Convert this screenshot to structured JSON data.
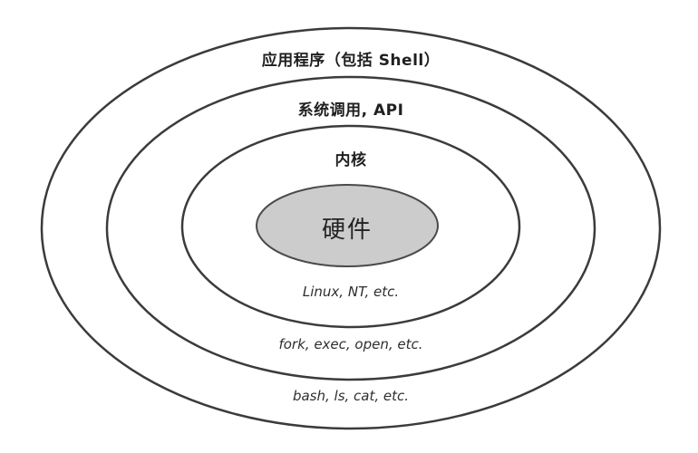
{
  "diagram": {
    "title": "operating-system-layers",
    "layers": [
      {
        "id": "applications",
        "title": "应用程序（包括 Shell）",
        "examples": "bash, ls, cat, etc."
      },
      {
        "id": "system-calls",
        "title": "系统调用, API",
        "examples": "fork, exec, open, etc."
      },
      {
        "id": "kernel",
        "title": "内核",
        "examples": "Linux, NT, etc."
      },
      {
        "id": "hardware",
        "title": "硬件",
        "examples": ""
      }
    ],
    "colors": {
      "ring_stroke": "#3b3b3b",
      "hardware_fill": "#cccccc",
      "hardware_stroke": "#4a4a4a",
      "background": "#ffffff"
    }
  }
}
